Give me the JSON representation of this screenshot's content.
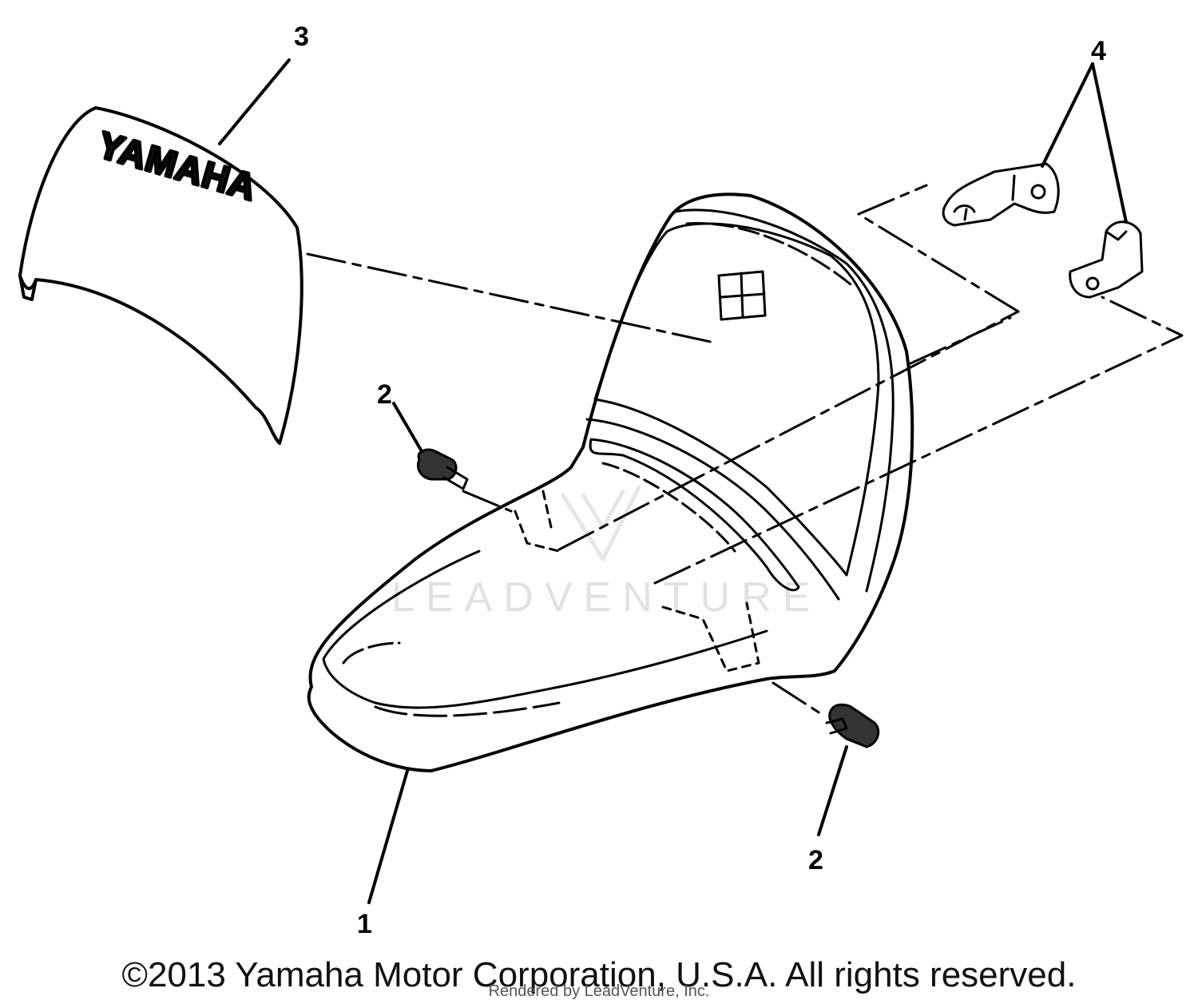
{
  "diagram": {
    "callouts": {
      "part1": "1",
      "part2_upper": "2",
      "part2_lower": "2",
      "part3": "3",
      "part4": "4"
    },
    "cover_logo_text": "YAMAHA",
    "watermark_text": "LEADVENTURE",
    "copyright": "©2013 Yamaha Motor Corporation, U.S.A. All rights reserved.",
    "rendered_by": "Rendered by LeadVenture, Inc."
  },
  "colors": {
    "line": "#000000",
    "watermark": "#e2e2e2",
    "background": "#ffffff"
  }
}
